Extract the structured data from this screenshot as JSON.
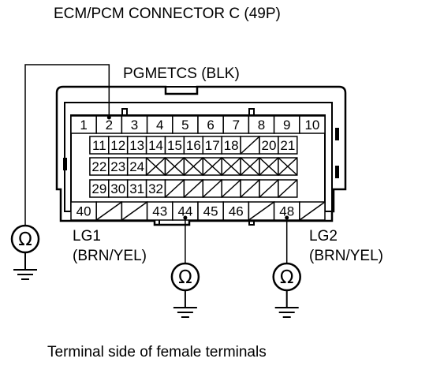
{
  "title": "ECM/PCM CONNECTOR C (49P)",
  "wire_label": "PGMETCS (BLK)",
  "lg1": {
    "name": "LG1",
    "color": "(BRN/YEL)"
  },
  "lg2": {
    "name": "LG2",
    "color": "(BRN/YEL)"
  },
  "caption": "Terminal side of female terminals",
  "meter_symbol": "Ω",
  "ground_symbol": "ground-icon",
  "rows": [
    [
      "1",
      "2",
      "3",
      "4",
      "5",
      "6",
      "7",
      "8",
      "9",
      "10"
    ],
    [
      "",
      "11",
      "12",
      "13",
      "14",
      "15",
      "16",
      "17",
      "18",
      "/",
      "20",
      "21"
    ],
    [
      "",
      "22",
      "23",
      "24",
      "X",
      "X",
      "X",
      "X",
      "X",
      "X",
      "X",
      "X"
    ],
    [
      "",
      "29",
      "30",
      "31",
      "32",
      "/",
      "/",
      "/",
      "/",
      "/",
      "/",
      "/"
    ],
    [
      "40",
      "/",
      "/",
      "43",
      "44",
      "45",
      "46",
      "/",
      "48",
      "/"
    ]
  ]
}
